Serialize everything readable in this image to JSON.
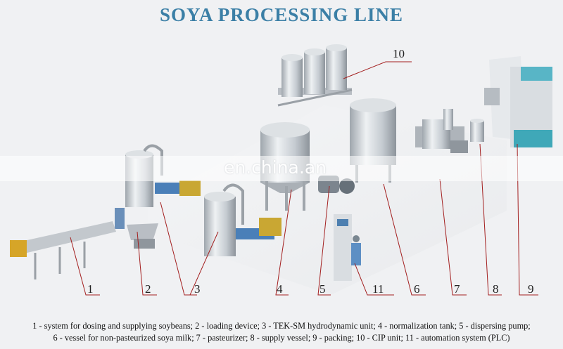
{
  "title": "SOYA PROCESSING LINE",
  "watermark": "en.china.an",
  "labels": [
    "1",
    "2",
    "3",
    "4",
    "5",
    "6",
    "7",
    "8",
    "9",
    "10",
    "11"
  ],
  "caption": {
    "line1": "1 - system for dosing and supplying soybeans; 2 - loading device; 3 - TEK-SM hydrodynamic unit; 4 - normalization tank; 5 - dispersing pump;",
    "line2": "6 - vessel for non-pasteurized soya milk; 7 - pasteurizer; 8 - supply vessel; 9 - packing; 10 - CIP unit; 11 - automation system (PLC)"
  },
  "colors": {
    "title": "#3b7fa6",
    "leader_line": "#a31f1f",
    "steel": "#c9ced3",
    "accent": "#3fa8b8"
  }
}
